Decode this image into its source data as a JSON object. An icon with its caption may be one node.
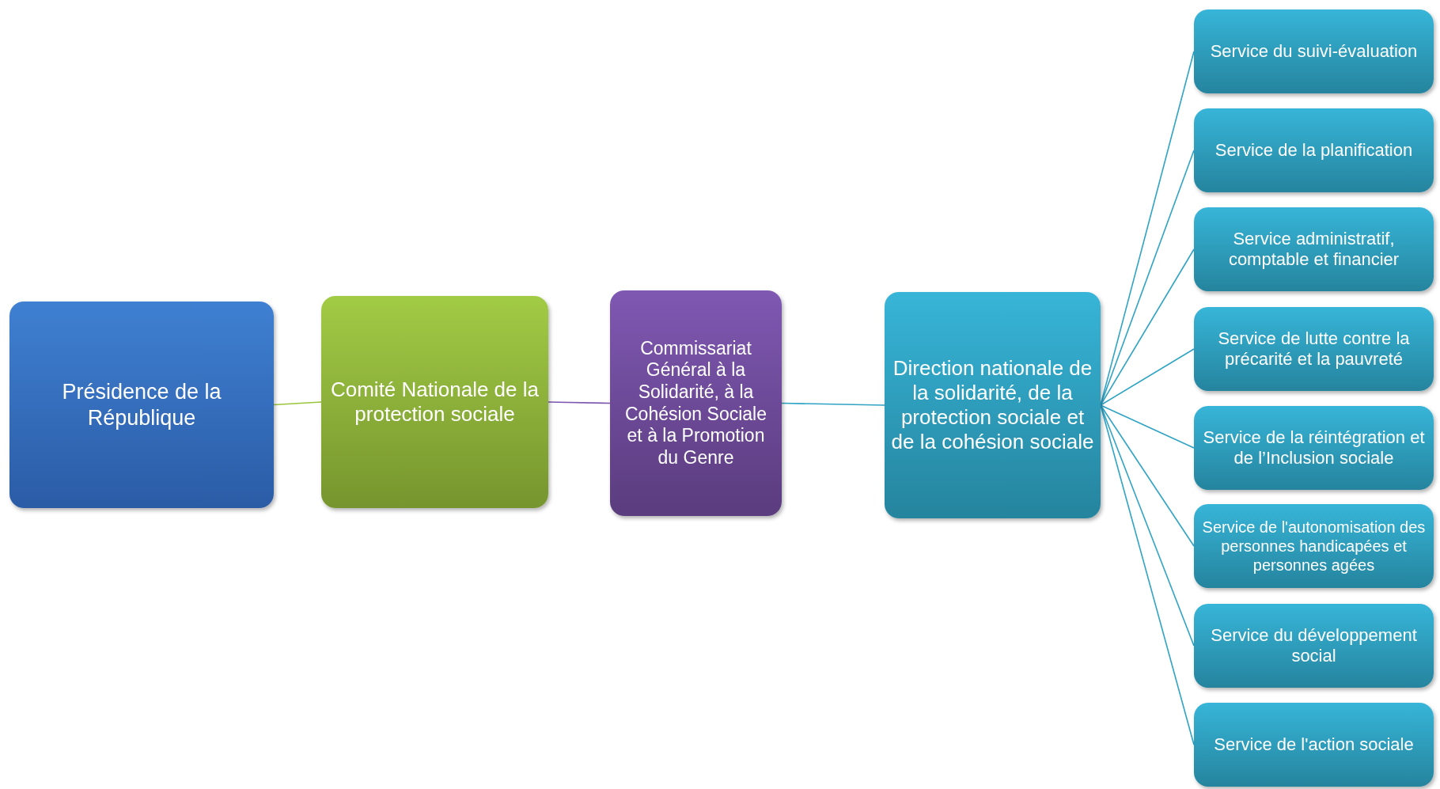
{
  "diagram": {
    "nodes": [
      {
        "text": [
          "Présidence de la République"
        ]
      },
      {
        "text": [
          "Comité Nationale de la protection sociale"
        ]
      },
      {
        "text": [
          "Commissariat Général à la Solidarité, à la Cohésion Sociale et à la Promotion du Genre"
        ]
      },
      {
        "text": [
          "Direction nationale de la solidarité, de la protection sociale et de la cohésion sociale"
        ]
      },
      {
        "text": [
          "Service du suivi-évaluation"
        ]
      },
      {
        "text": [
          "Service de la planification"
        ]
      },
      {
        "text": [
          "Service administratif, comptable et financier"
        ]
      },
      {
        "text": [
          "Service de lutte contre la précarité et la pauvreté"
        ]
      },
      {
        "text": [
          "Service de la réintégration et de l’Inclusion sociale"
        ]
      },
      {
        "text": [
          "Service de l'autonomisation des personnes handicapées et personnes agées"
        ]
      },
      {
        "text": [
          "Service du développement social"
        ]
      },
      {
        "text": [
          "Service de l'action sociale"
        ]
      }
    ],
    "edges": [
      {
        "from": 0,
        "to": 1,
        "arrow": "none",
        "color": "#9bc53d"
      },
      {
        "from": 1,
        "to": 2,
        "arrow": "none",
        "color": "#7e57b0"
      },
      {
        "from": 2,
        "to": 3,
        "arrow": "none"
      },
      {
        "from": 3,
        "to": 4,
        "arrow": "none"
      },
      {
        "from": 3,
        "to": 5,
        "arrow": "none"
      },
      {
        "from": 3,
        "to": 6,
        "arrow": "none"
      },
      {
        "from": 3,
        "to": 7,
        "arrow": "none"
      },
      {
        "from": 3,
        "to": 8,
        "arrow": "none"
      },
      {
        "from": 3,
        "to": 9,
        "arrow": "none"
      },
      {
        "from": 3,
        "to": 10,
        "arrow": "none"
      },
      {
        "from": 3,
        "to": 11,
        "arrow": "none"
      }
    ]
  }
}
